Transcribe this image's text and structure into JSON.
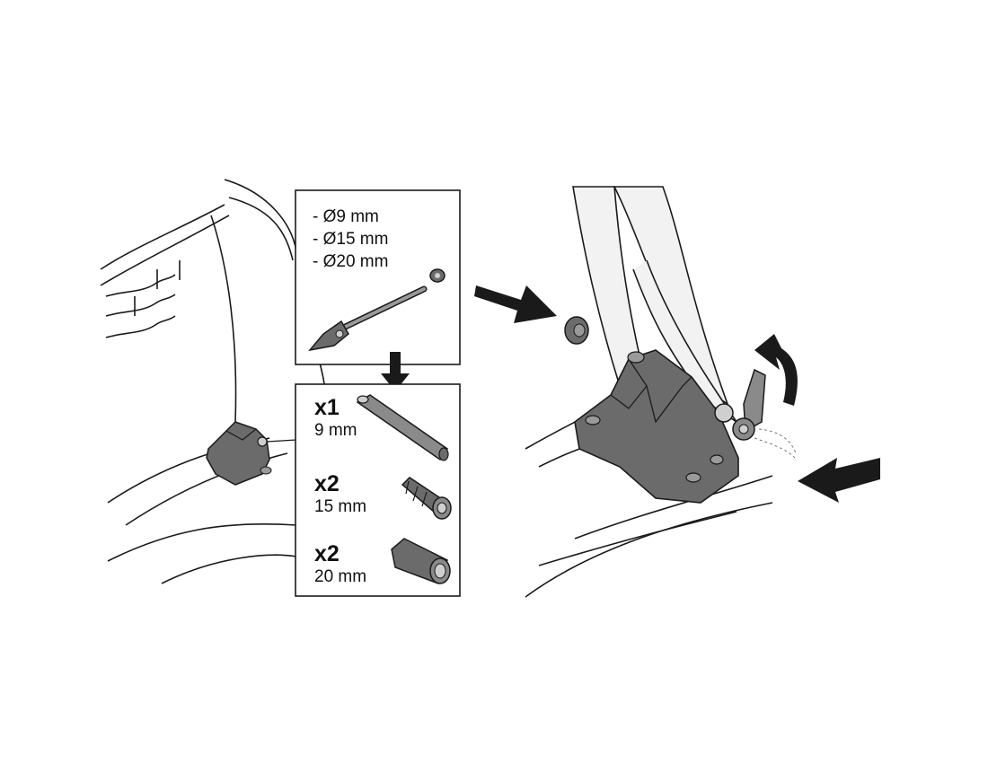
{
  "top_box": {
    "sizes": [
      "- Ø9 mm",
      "- Ø15 mm",
      "- Ø20 mm"
    ]
  },
  "adapters": [
    {
      "qty": "x1",
      "size": "9 mm"
    },
    {
      "qty": "x2",
      "size": "15 mm"
    },
    {
      "qty": "x2",
      "size": "20 mm"
    }
  ],
  "colors": {
    "line": "#1a1a1a",
    "part_gray": "#6b6b6b",
    "part_light": "#9a9a9a",
    "arrow": "#1a1a1a",
    "fork_fill": "#f2f2f2"
  }
}
